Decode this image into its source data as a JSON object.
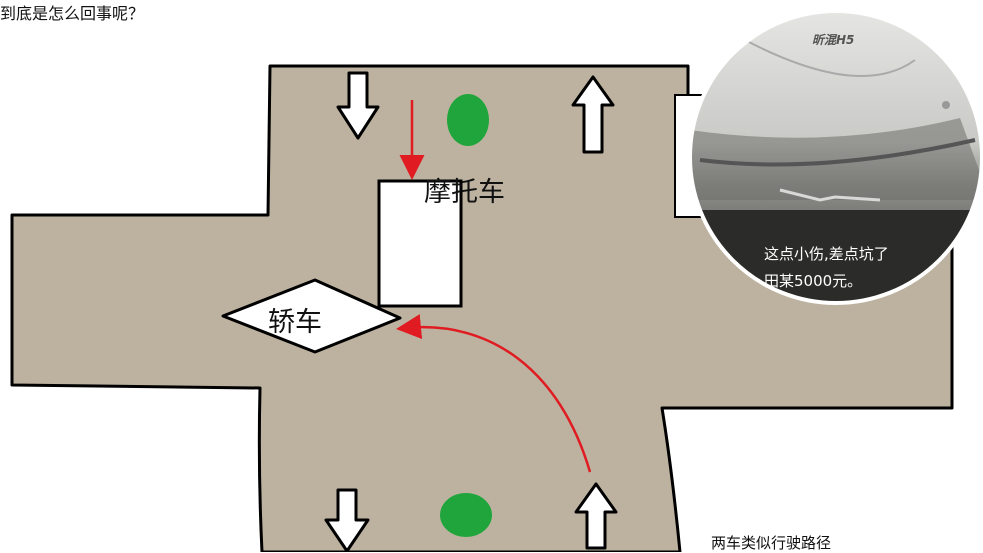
{
  "header": {
    "caption": "到底是怎么回事呢？"
  },
  "diagram": {
    "motorcycle_label": "摩托车",
    "car_label": "轿车",
    "caption": "两车类似行驶路径"
  },
  "photo": {
    "badge": "昕混H5",
    "text_line1": "这点小伤,差点坑了",
    "text_line2": "田某5000元。"
  },
  "colors": {
    "road": "#bdb29f",
    "path_arrow": "#e01b22",
    "signal": "#1fa53b",
    "outline": "#000000"
  }
}
